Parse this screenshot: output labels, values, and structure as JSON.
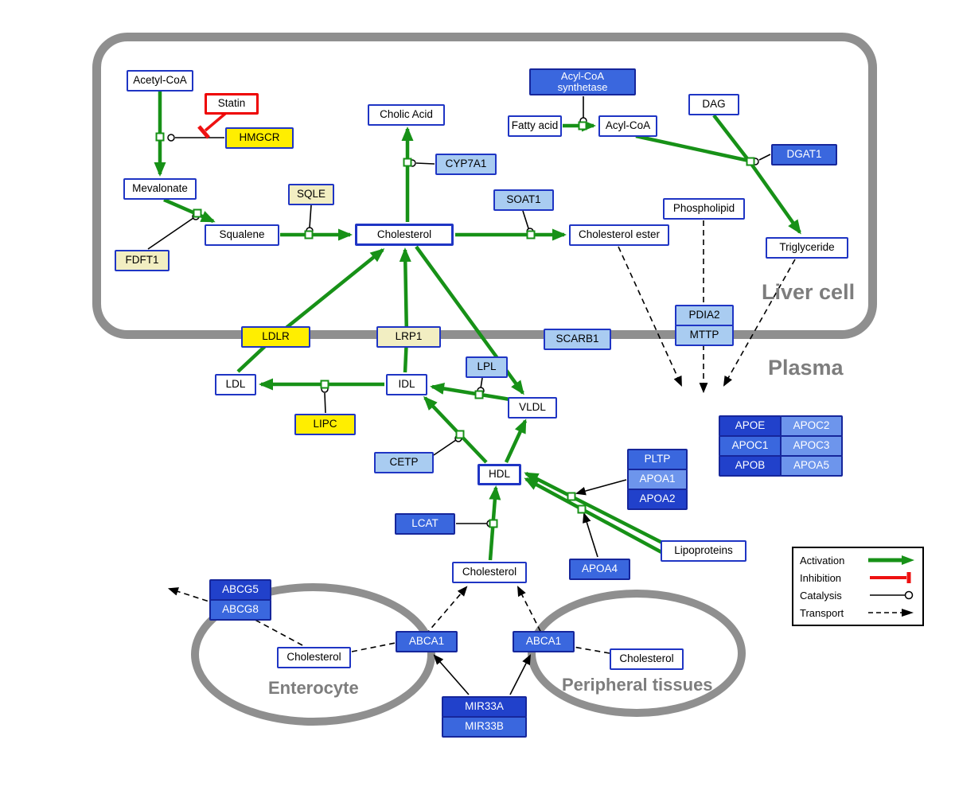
{
  "compartments": {
    "liver": {
      "label": "Liver cell"
    },
    "plasma": {
      "label": "Plasma"
    },
    "enterocyte": {
      "label": "Enterocyte"
    },
    "peripheral": {
      "label": "Peripheral tissues"
    }
  },
  "nodes": {
    "acetyl_coa": {
      "label": "Acetyl-CoA"
    },
    "statin": {
      "label": "Statin"
    },
    "hmgcr": {
      "label": "HMGCR"
    },
    "mevalonate": {
      "label": "Mevalonate"
    },
    "cholic_acid": {
      "label": "Cholic Acid"
    },
    "cyp7a1": {
      "label": "CYP7A1"
    },
    "sqle": {
      "label": "SQLE"
    },
    "fdft1": {
      "label": "FDFT1"
    },
    "squalene": {
      "label": "Squalene"
    },
    "cholesterol_liver": {
      "label": "Cholesterol"
    },
    "soat1": {
      "label": "SOAT1"
    },
    "cholesterol_ester": {
      "label": "Cholesterol ester"
    },
    "acyl_coa_synthetase": {
      "label": "Acyl-CoA synthetase"
    },
    "fatty_acid": {
      "label": "Fatty acid"
    },
    "acyl_coa": {
      "label": "Acyl-CoA"
    },
    "dag": {
      "label": "DAG"
    },
    "dgat1": {
      "label": "DGAT1"
    },
    "phospholipid": {
      "label": "Phospholipid"
    },
    "triglyceride": {
      "label": "Triglyceride"
    },
    "ldlr": {
      "label": "LDLR"
    },
    "lrp1": {
      "label": "LRP1"
    },
    "scarb1": {
      "label": "SCARB1"
    },
    "pdia2": {
      "label": "PDIA2"
    },
    "mttp": {
      "label": "MTTP"
    },
    "ldl": {
      "label": "LDL"
    },
    "idl": {
      "label": "IDL"
    },
    "lpl": {
      "label": "LPL"
    },
    "vldl": {
      "label": "VLDL"
    },
    "lipc": {
      "label": "LIPC"
    },
    "cetp": {
      "label": "CETP"
    },
    "hdl": {
      "label": "HDL"
    },
    "lcat": {
      "label": "LCAT"
    },
    "pltp": {
      "label": "PLTP"
    },
    "apoa1": {
      "label": "APOA1"
    },
    "apoa2": {
      "label": "APOA2"
    },
    "apoa4": {
      "label": "APOA4"
    },
    "lipoproteins": {
      "label": "Lipoproteins"
    },
    "apoe": {
      "label": "APOE"
    },
    "apoc2": {
      "label": "APOC2"
    },
    "apoc1": {
      "label": "APOC1"
    },
    "apoc3": {
      "label": "APOC3"
    },
    "apob": {
      "label": "APOB"
    },
    "apoa5": {
      "label": "APOA5"
    },
    "cholesterol_plasma": {
      "label": "Cholesterol"
    },
    "abcg5": {
      "label": "ABCG5"
    },
    "abcg8": {
      "label": "ABCG8"
    },
    "cholesterol_enterocyte": {
      "label": "Cholesterol"
    },
    "abca1_enterocyte": {
      "label": "ABCA1"
    },
    "abca1_peripheral": {
      "label": "ABCA1"
    },
    "cholesterol_peripheral": {
      "label": "Cholesterol"
    },
    "mir33a": {
      "label": "MIR33A"
    },
    "mir33b": {
      "label": "MIR33B"
    }
  },
  "legend": {
    "items": [
      {
        "label": "Activation",
        "type": "activation"
      },
      {
        "label": "Inhibition",
        "type": "inhibition"
      },
      {
        "label": "Catalysis",
        "type": "catalysis"
      },
      {
        "label": "Transport",
        "type": "transport"
      }
    ]
  },
  "colors": {
    "activation_green": "#179117",
    "inhibition_red": "#ee1111",
    "membrane_gray": "#8f8f8f",
    "metabolite_border_blue": "#1f35c4",
    "enzyme_yellow": "#ffee00",
    "enzyme_cream": "#f2eec2",
    "enzyme_light_blue": "#a9ccf1",
    "gene_blue": "#3a67de",
    "gene_dark_blue": "#2141cb",
    "gene_pale_blue": "#6d95ec"
  }
}
